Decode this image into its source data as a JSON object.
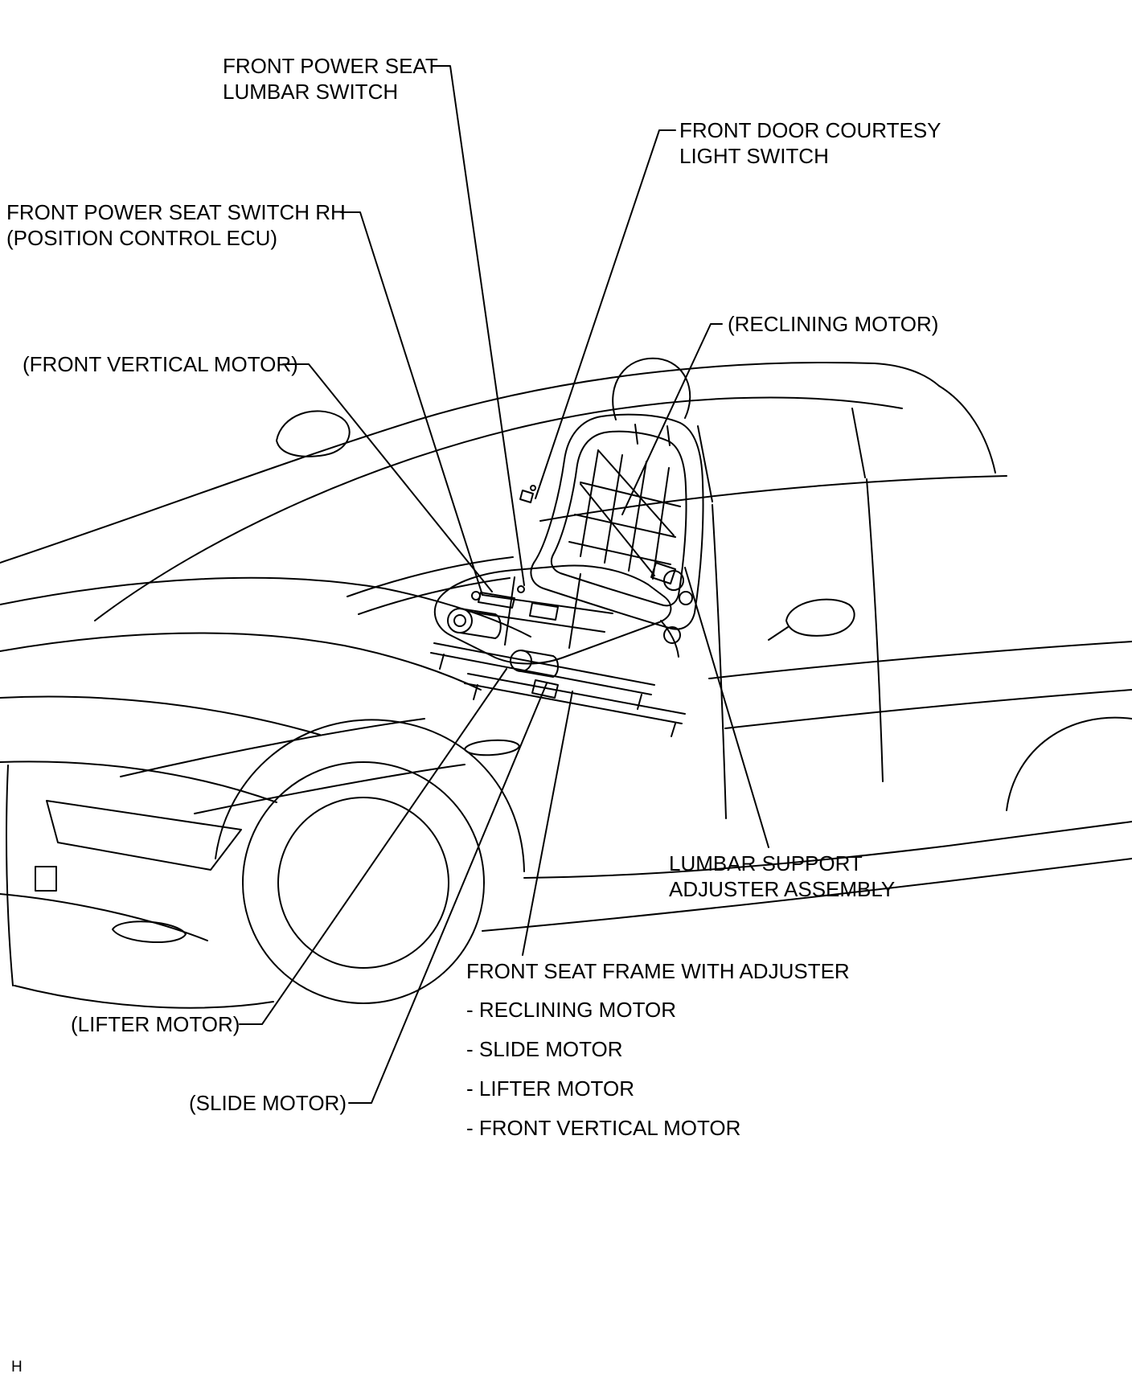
{
  "colors": {
    "ink": "#000000",
    "background": "#ffffff"
  },
  "footer": {
    "page_mark": "H"
  },
  "diagram": {
    "labels": {
      "lumbar_switch_line1": "FRONT POWER SEAT",
      "lumbar_switch_line2": "LUMBAR SWITCH",
      "courtesy_switch_line1": "FRONT DOOR COURTESY",
      "courtesy_switch_line2": "LIGHT SWITCH",
      "seat_switch_rh_line1": "FRONT POWER SEAT SWITCH RH",
      "seat_switch_rh_line2": "(POSITION CONTROL ECU)",
      "reclining_motor": "(RECLINING MOTOR)",
      "front_vertical_motor": "(FRONT VERTICAL MOTOR)",
      "lumbar_support_line1": "LUMBAR SUPPORT",
      "lumbar_support_line2": "ADJUSTER ASSEMBLY",
      "lifter_motor": "(LIFTER MOTOR)",
      "slide_motor": "(SLIDE MOTOR)",
      "seat_frame_title": "FRONT SEAT FRAME WITH ADJUSTER",
      "seat_frame_items": [
        "- RECLINING MOTOR",
        "- SLIDE MOTOR",
        "- LIFTER MOTOR",
        "- FRONT VERTICAL MOTOR"
      ]
    }
  }
}
